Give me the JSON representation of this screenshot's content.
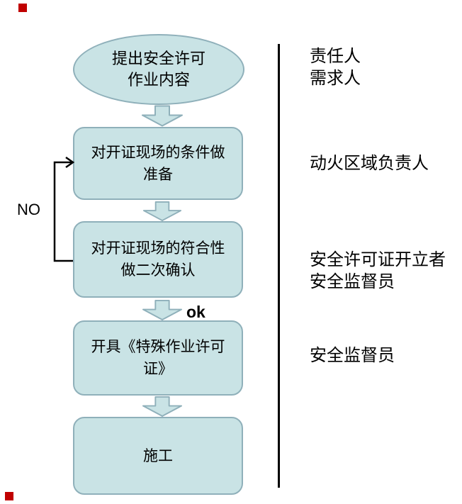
{
  "colors": {
    "shape_fill": "#c9e3e5",
    "shape_border": "#8fb0ba",
    "line_color": "#000000",
    "marker_red": "#c00000"
  },
  "flow": {
    "no_label": "NO",
    "ok_label": "ok",
    "nodes": {
      "start": {
        "line1": "提出安全许可",
        "line2": "作业内容"
      },
      "prepare": {
        "line1": "对开证现场的条件做",
        "line2": "准备"
      },
      "confirm": {
        "line1": "对开证现场的符合性",
        "line2": "做二次确认"
      },
      "permit": {
        "line1": "开具《特殊作业许可",
        "line2": "证》"
      },
      "construct": {
        "line1": "施工"
      }
    }
  },
  "roles": {
    "r1": {
      "line1": "责任人",
      "line2": "需求人"
    },
    "r2": {
      "line1": "动火区域负责人"
    },
    "r3": {
      "line1": "安全许可证开立者",
      "line2": "安全监督员"
    },
    "r4": {
      "line1": "安全监督员"
    }
  }
}
